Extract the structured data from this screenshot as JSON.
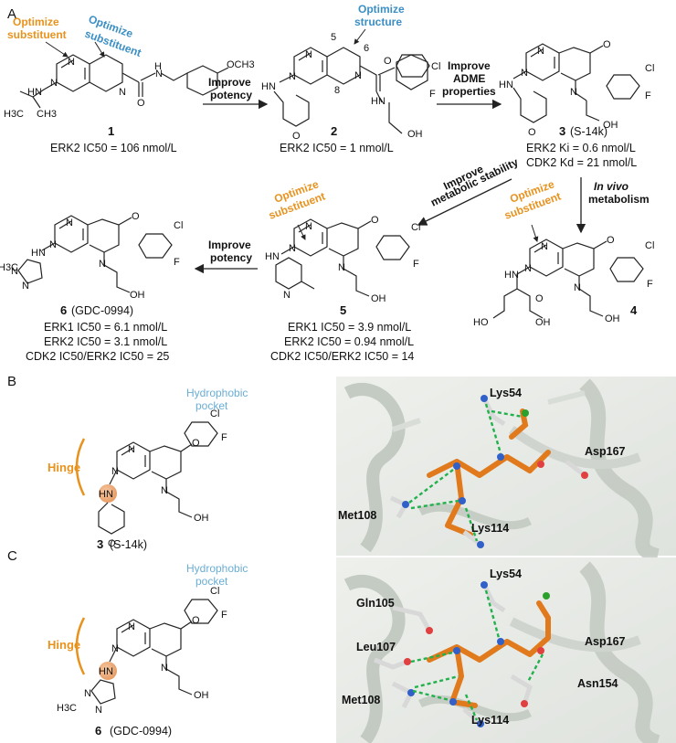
{
  "panels": {
    "a": "A",
    "b": "B",
    "c": "C"
  },
  "annotations": {
    "optimize_substituent": [
      "Optimize",
      "substituent"
    ],
    "optimize_structure": [
      "Optimize",
      "structure"
    ],
    "hydrophobic_pocket": [
      "Hydrophobic",
      "pocket"
    ],
    "hinge": "Hinge"
  },
  "arrows": {
    "improve_potency_1": [
      "Improve",
      "potency"
    ],
    "improve_adme": [
      "Improve",
      "ADME",
      "properties"
    ],
    "improve_metabolic": [
      "Improve",
      "metabolic stability"
    ],
    "in_vivo": [
      "In vivo",
      "metabolism"
    ],
    "improve_potency_2": [
      "Improve",
      "potency"
    ]
  },
  "compounds": {
    "c1": {
      "id": "1",
      "lines": [
        "ERK2 IC50 = 106 nmol/L"
      ]
    },
    "c2": {
      "id": "2",
      "lines": [
        "ERK2 IC50 = 1 nmol/L"
      ]
    },
    "c3": {
      "id": "3",
      "suffix": "(S-14k)",
      "lines": [
        "ERK2 Ki = 0.6 nmol/L",
        "CDK2 Kd = 21 nmol/L"
      ]
    },
    "c4": {
      "id": "4",
      "lines": []
    },
    "c5": {
      "id": "5",
      "lines": [
        "ERK1 IC50 = 3.9 nmol/L",
        "ERK2 IC50 = 0.94 nmol/L",
        "CDK2 IC50/ERK2 IC50 = 14"
      ]
    },
    "c6": {
      "id": "6",
      "suffix": "(GDC-0994)",
      "lines": [
        "ERK1 IC50 = 6.1 nmol/L",
        "ERK2 IC50 = 3.1 nmol/L",
        "CDK2 IC50/ERK2 IC50 = 25"
      ]
    },
    "b_label": {
      "id": "3",
      "suffix": "(S-14k)"
    },
    "c_label": {
      "id": "6",
      "suffix": "(GDC-0994)"
    }
  },
  "atoms": {
    "N": "N",
    "NH": "NH",
    "HN": "HN",
    "H": "H",
    "O": "O",
    "OH": "OH",
    "HO": "HO",
    "Cl": "Cl",
    "F": "F",
    "OCH3": "OCH3",
    "H3C": "H3C",
    "CH3": "CH3",
    "H3C_N": "H3C",
    "num5": "5",
    "num6": "6",
    "num8": "8"
  },
  "residues_b": [
    "Lys54",
    "Asp167",
    "Met108",
    "Lys114"
  ],
  "residues_c": [
    "Lys54",
    "Gln105",
    "Asp167",
    "Leu107",
    "Asn154",
    "Met108",
    "Lys114"
  ],
  "colors": {
    "orange": "#e8921e",
    "blue": "#3b8fc4",
    "ligand": "#e07a1c",
    "hbond": "#22b14c",
    "protein": "#c9cfc9"
  }
}
